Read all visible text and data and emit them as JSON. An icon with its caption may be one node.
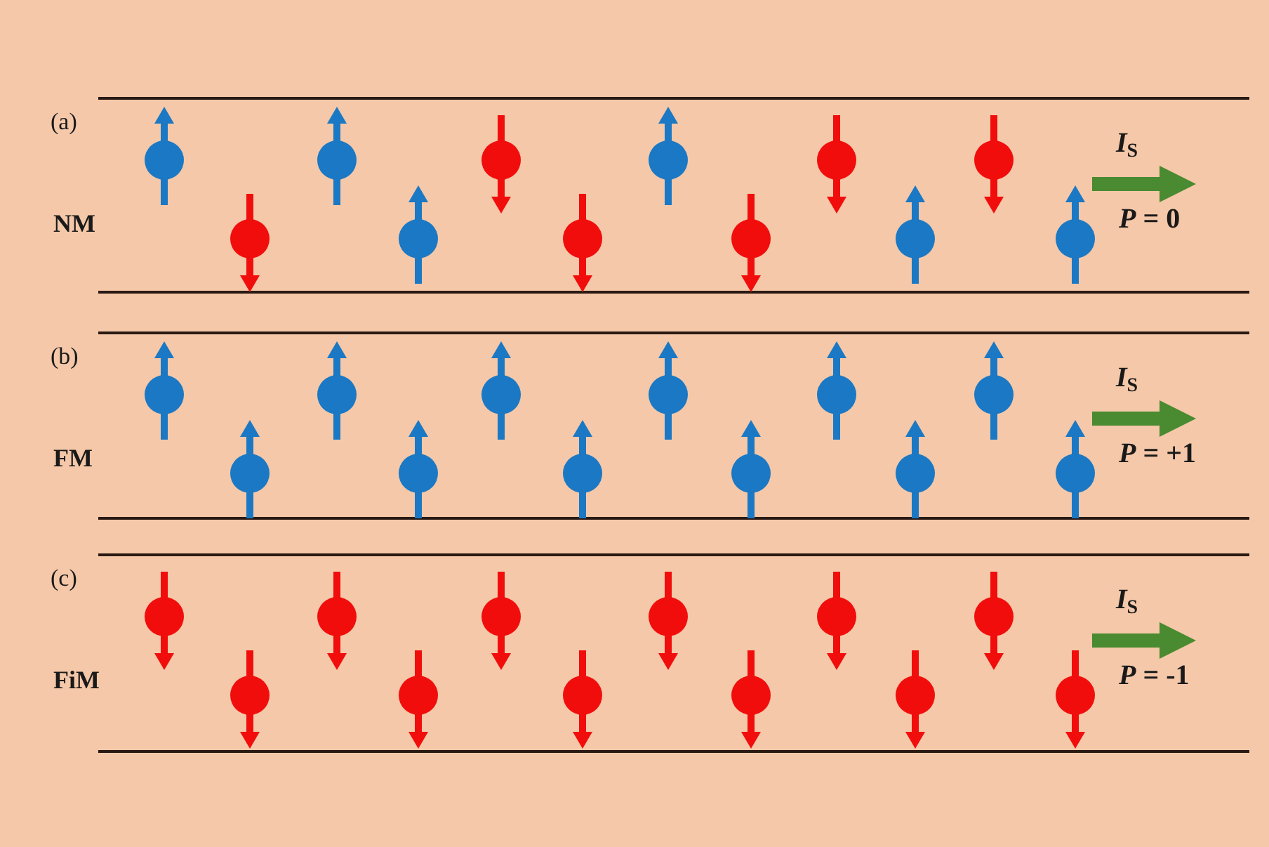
{
  "diagram": {
    "labels": [
      "(a)",
      "*I*$_{S}$",
      "NM",
      "*P* = 0",
      "(b)",
      "*I*$_{S}$",
      "FM",
      "*P* = +1",
      "(c)",
      "*I*$_{S}$",
      "FiM",
      "*P* = -1"
    ]
  }
}
